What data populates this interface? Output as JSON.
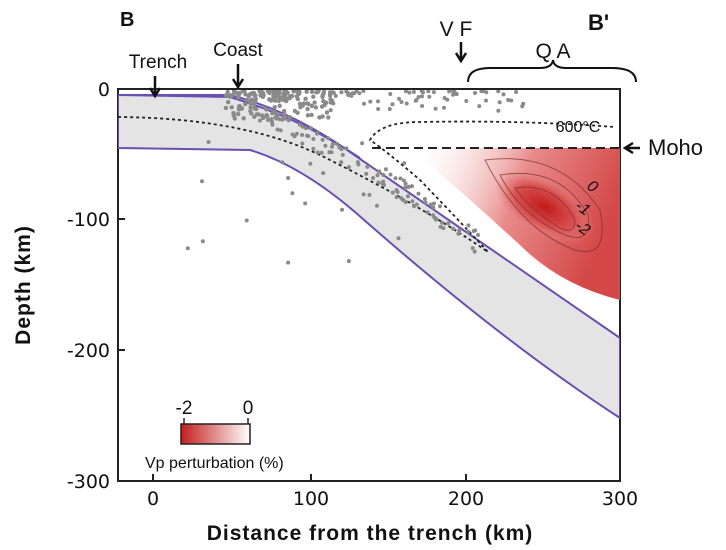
{
  "section": {
    "start_label": "B",
    "end_label": "B'"
  },
  "annotations": {
    "trench": "Trench",
    "coast": "Coast",
    "volcanic_front": "V F",
    "quaternary_arc": "Q A",
    "moho": "Moho",
    "isotherm": "600°C"
  },
  "anomaly_contours": {
    "labels": [
      "0",
      "-1",
      "-2"
    ]
  },
  "colorbar": {
    "min_label": "-2",
    "max_label": "0",
    "title": "Vp perturbation (%)",
    "color_low": "#c41e1e",
    "color_high": "#ffffff"
  },
  "axes": {
    "xlabel": "Distance from the trench (km)",
    "ylabel": "Depth (km)",
    "x_ticks": [
      "0",
      "100",
      "200",
      "300"
    ],
    "y_ticks": [
      "0",
      "-100",
      "-200",
      "-300"
    ],
    "x_range": [
      -22,
      300
    ],
    "y_range": [
      -300,
      0
    ]
  },
  "colors": {
    "slab_outline": "#6b4fb0",
    "slab_fill": "#e4e4e4",
    "seismicity": "#8a8a8a"
  }
}
